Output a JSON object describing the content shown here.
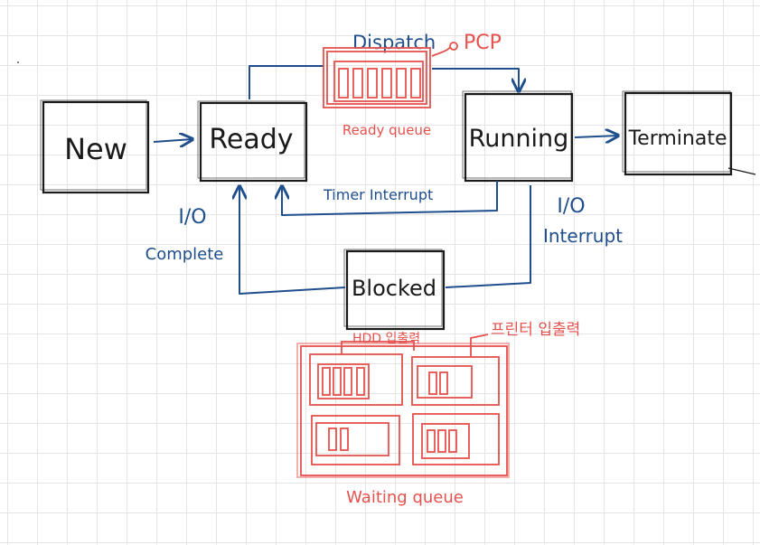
{
  "states": {
    "new": "New",
    "ready": "Ready",
    "running": "Running",
    "terminate": "Terminate",
    "blocked": "Blocked"
  },
  "transitions": {
    "dispatch": "Dispatch",
    "timer_interrupt": "Timer Interrupt",
    "io_interrupt_line1": "I/O",
    "io_interrupt_line2": "Interrupt",
    "io_complete_line1": "I/O",
    "io_complete_line2": "Complete"
  },
  "queues": {
    "pcp": "PCP",
    "ready_queue": "Ready queue",
    "waiting_queue": "Waiting queue",
    "hdd_io": "HDD 입출력",
    "printer_io": "프린터 입출력"
  },
  "colors": {
    "state_border": "#1a1a1a",
    "transition": "#1f4e8c",
    "queue": "#e5524e",
    "grid": "#e4e4e4"
  }
}
